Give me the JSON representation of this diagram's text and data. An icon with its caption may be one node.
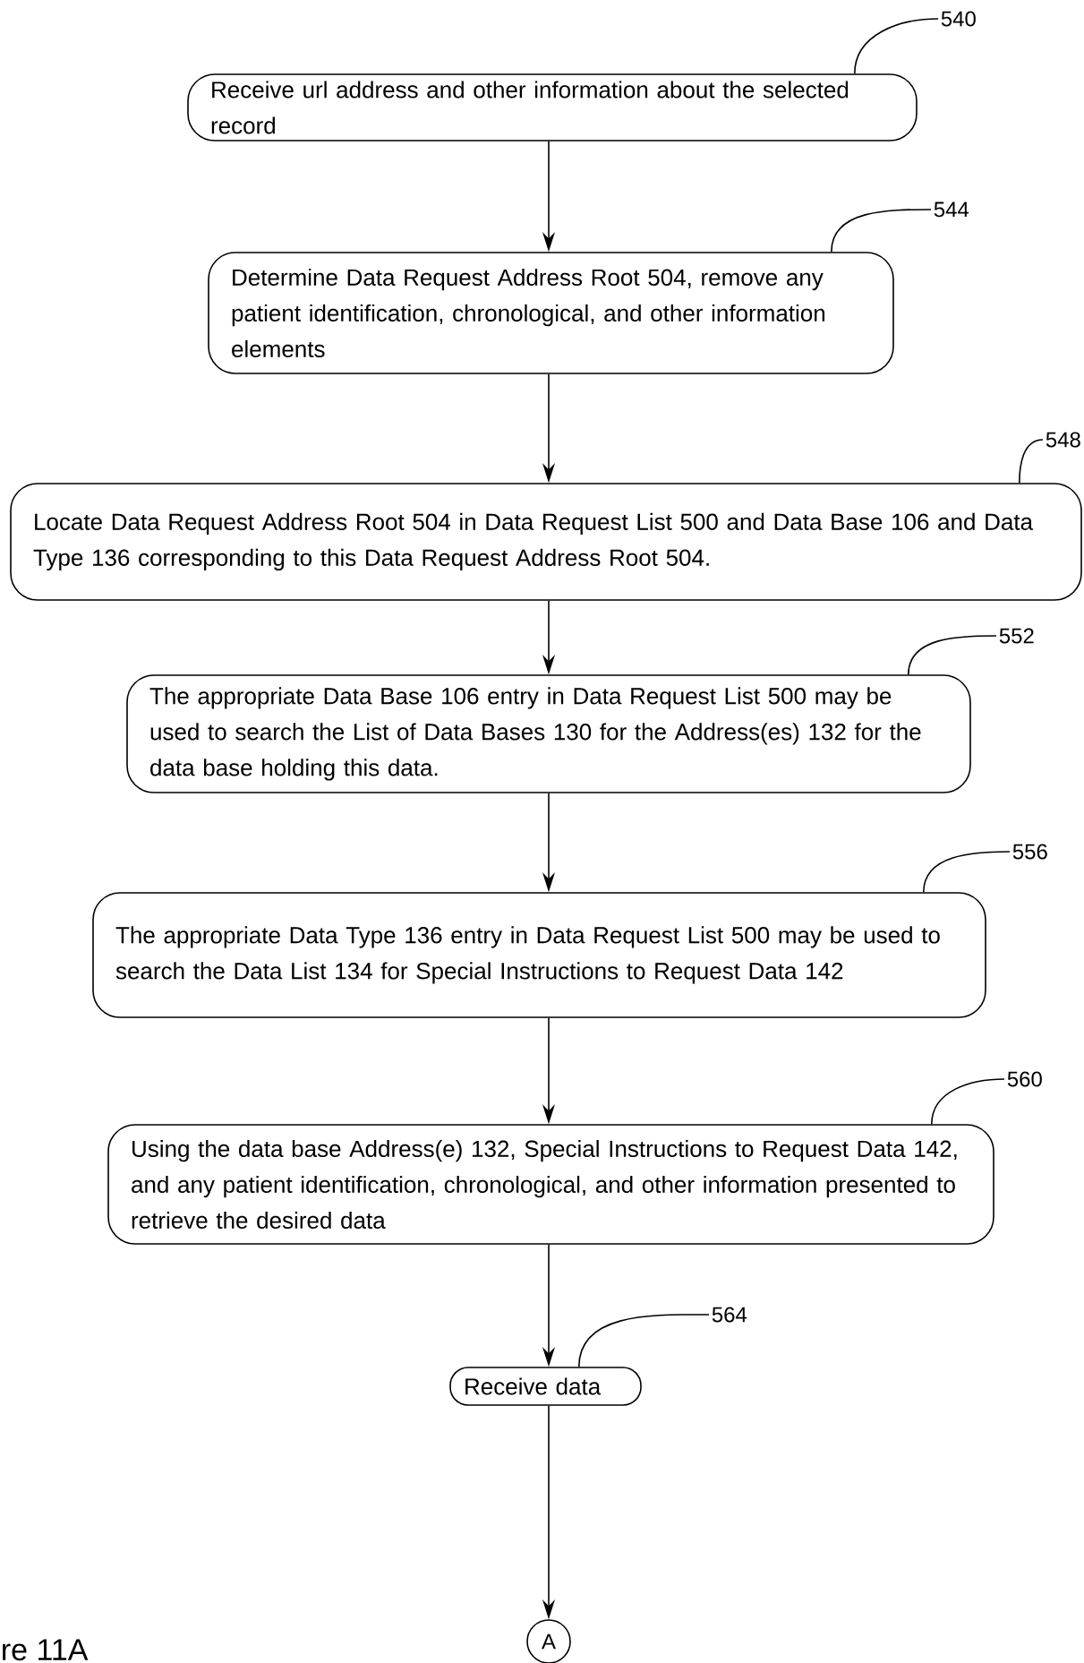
{
  "diagram": {
    "nodes": [
      {
        "text": [
          "Receive url address and other information about the selected record"
        ]
      },
      {
        "text": [
          "Determine Data Request Address Root 504, remove any patient identification, chronological, and other information elements"
        ]
      },
      {
        "text": [
          "Locate  Data Request Address Root 504 in Data Request List 500 and Data Base 106 and Data Type 136 corresponding to this Data Request Address Root 504."
        ]
      },
      {
        "text": [
          "The appropriate Data Base 106 entry in Data Request List 500 may be used to search the List of Data Bases 130 for the Address(es) 132 for the data base holding this data."
        ]
      },
      {
        "text": [
          "The appropriate Data Type 136 entry in Data Request List 500 may be used to search the Data List 134 for Special Instructions to Request Data 142"
        ]
      },
      {
        "text": [
          "Using the data base Address(e) 132, Special Instructions to Request Data 142, and any patient identification, chronological, and other information presented to retrieve the desired data"
        ]
      },
      {
        "text": [
          "Receive data"
        ]
      },
      {
        "text": [
          "A"
        ]
      },
      {
        "text": [
          "540"
        ]
      },
      {
        "text": [
          "544"
        ]
      },
      {
        "text": [
          "548"
        ]
      },
      {
        "text": [
          "552"
        ]
      },
      {
        "text": [
          "556"
        ]
      },
      {
        "text": [
          "560"
        ]
      },
      {
        "text": [
          "564"
        ]
      }
    ],
    "edges": [
      {
        "from": 0,
        "to": 1,
        "arrow": "to"
      },
      {
        "from": 1,
        "to": 2,
        "arrow": "to"
      },
      {
        "from": 2,
        "to": 3,
        "arrow": "to"
      },
      {
        "from": 3,
        "to": 4,
        "arrow": "to"
      },
      {
        "from": 4,
        "to": 5,
        "arrow": "to"
      },
      {
        "from": 5,
        "to": 6,
        "arrow": "to"
      },
      {
        "from": 6,
        "to": 7,
        "arrow": "to"
      },
      {
        "from": 8,
        "to": 0,
        "arrow": "none"
      },
      {
        "from": 9,
        "to": 1,
        "arrow": "none"
      },
      {
        "from": 10,
        "to": 2,
        "arrow": "none"
      },
      {
        "from": 11,
        "to": 3,
        "arrow": "none"
      },
      {
        "from": 12,
        "to": 4,
        "arrow": "none"
      },
      {
        "from": 13,
        "to": 5,
        "arrow": "none"
      },
      {
        "from": 14,
        "to": 6,
        "arrow": "none"
      }
    ],
    "labels": [
      "re 11A"
    ]
  }
}
